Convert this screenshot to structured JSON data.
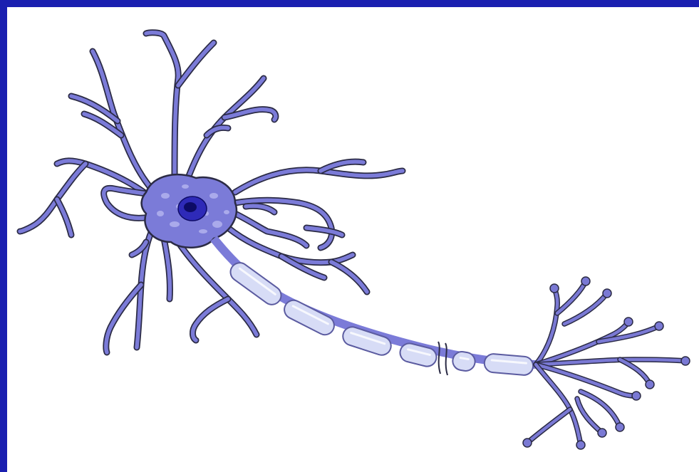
{
  "diagram": {
    "subject": "neuron",
    "colors": {
      "frame": "#1a1fb0",
      "panel": "#ffffff",
      "membrane": "#7b7bd8",
      "membrane_light": "#b3b3ee",
      "outline": "#2b2b45",
      "nucleus": "#2e2ab8",
      "nucleolus": "#0d0b66",
      "myelin": "#d7dcf6",
      "myelin_edge": "#5b5ba0",
      "terminal": "#7a79d4"
    },
    "parts": [
      "dendrites",
      "cell-body",
      "nucleus",
      "axon",
      "myelin-sheath",
      "axon-terminals"
    ]
  }
}
